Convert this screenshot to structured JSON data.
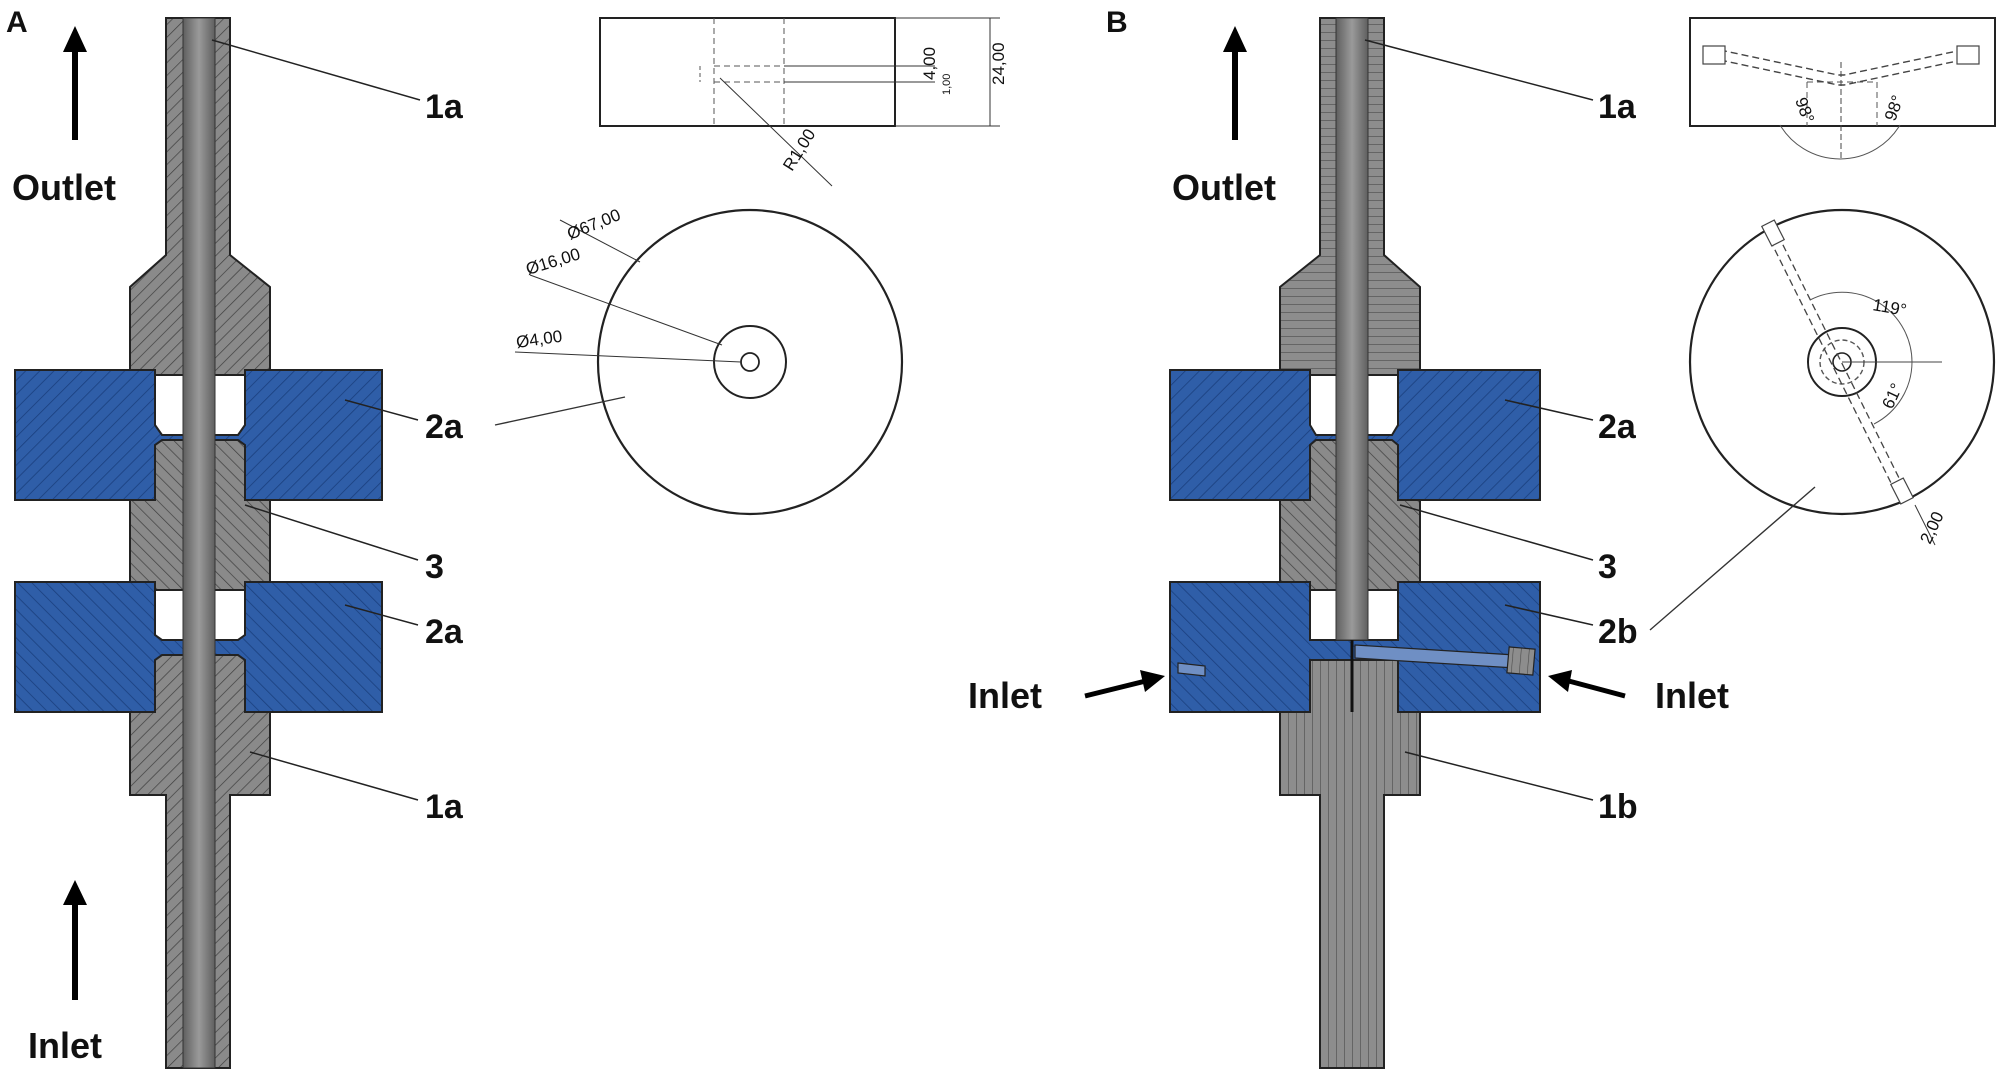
{
  "panel_a": {
    "letter": "A",
    "outlet": "Outlet",
    "inlet": "Inlet",
    "callouts": {
      "top": "1a",
      "disc_upper": "2a",
      "middle": "3",
      "disc_lower": "2a",
      "bottom": "1a"
    },
    "dimensions": {
      "gap": "4,00",
      "gap_small": "1,00",
      "height": "24,00",
      "radius": "R1,00",
      "outer_diameter": "Ø67,00",
      "mid_diameter": "Ø16,00",
      "hole_diameter": "Ø4,00"
    }
  },
  "panel_b": {
    "letter": "B",
    "outlet": "Outlet",
    "inlet_left": "Inlet",
    "inlet_right": "Inlet",
    "callouts": {
      "top": "1a",
      "disc_upper": "2a",
      "middle": "3",
      "disc_lower": "2b",
      "bottom": "1b"
    },
    "dimensions": {
      "angle_left": "98°",
      "angle_right": "98°",
      "angle_top": "119°",
      "angle_bottom": "61°",
      "channel": "2,00"
    }
  },
  "colors": {
    "steel": "#878787",
    "disc_blue": "#2f5ea8",
    "bore": "#6b6b6b"
  }
}
